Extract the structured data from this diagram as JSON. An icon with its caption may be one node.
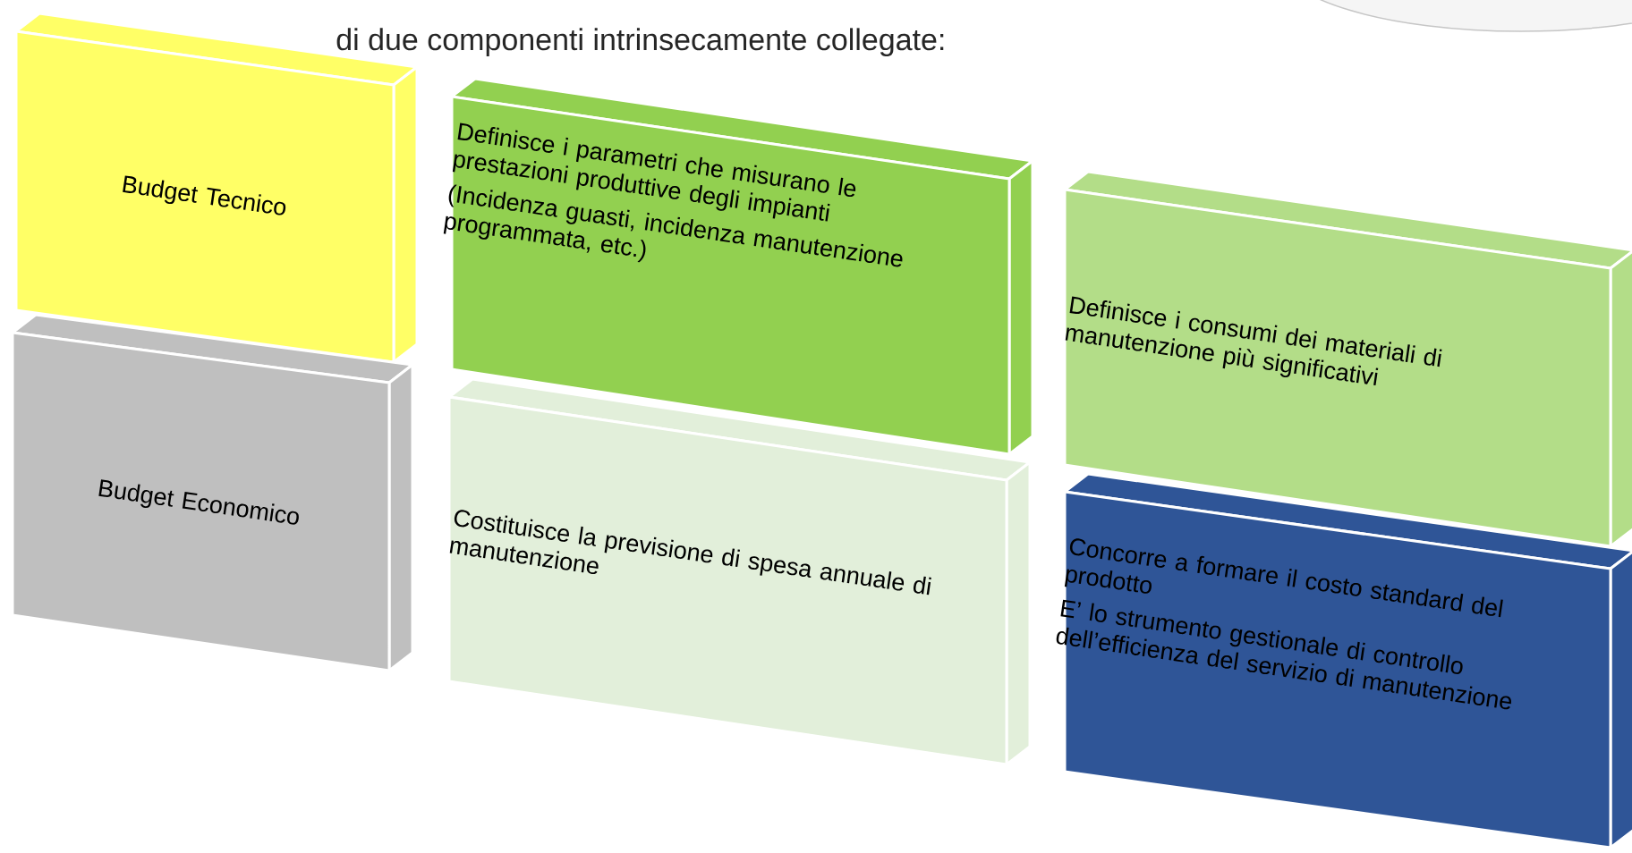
{
  "diagram": {
    "nodes": [
      {
        "text": [
          "Budget Tecnico"
        ]
      },
      {
        "text": [
          "Budget Economico"
        ]
      },
      {
        "text": [
          "Definisce i parametri che misurano le prestazioni produttive degli impianti",
          "(Incidenza guasti, incidenza manutenzione programmata, etc.)"
        ]
      },
      {
        "text": [
          "Costituisce la previsione di spesa annuale di manutenzione"
        ]
      },
      {
        "text": [
          "Definisce i consumi dei materiali di manutenzione più significativi"
        ]
      },
      {
        "text": [
          "Concorre a formare il costo standard del prodotto",
          "E’ lo strumento gestionale di controllo dell’efficienza del servizio di manutenzione"
        ]
      }
    ],
    "labels": [
      "di due componenti intrinsecamente collegate:"
    ]
  }
}
